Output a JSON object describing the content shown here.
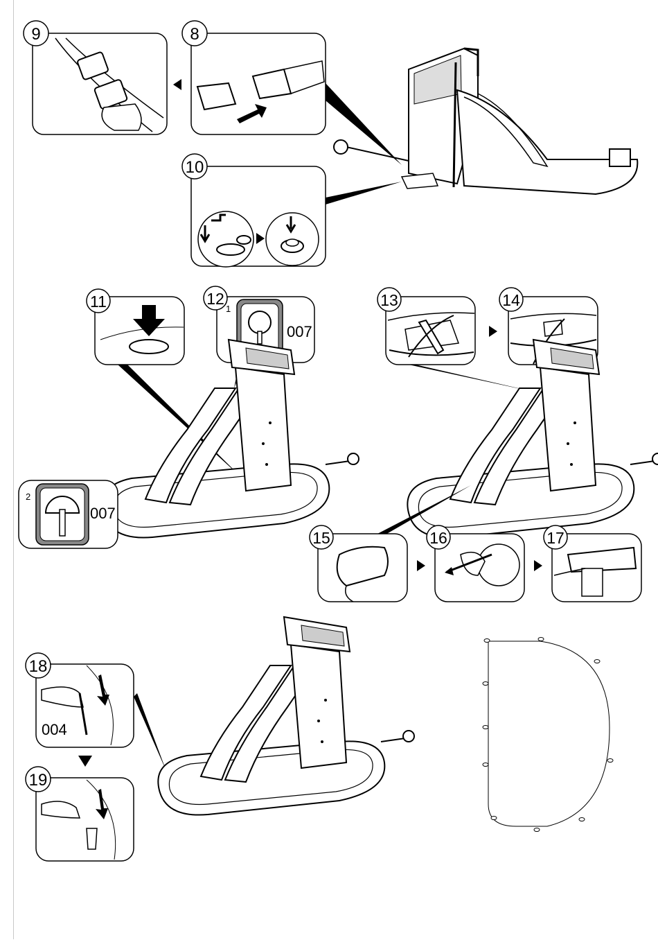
{
  "steps": {
    "s8": "8",
    "s9": "9",
    "s10": "10",
    "s11": "11",
    "s12": "12",
    "s13": "13",
    "s14": "14",
    "s15": "15",
    "s16": "16",
    "s17": "17",
    "s18": "18",
    "s19": "19"
  },
  "part_codes": {
    "stake_cap_a": "007",
    "stake_cap_b": "007",
    "stake": "004"
  },
  "sub_labels": {
    "one": "1",
    "two": "2"
  },
  "icons": [
    "arrow-right-icon",
    "arrow-down-icon",
    "faucet-icon",
    "buckle-icon",
    "hammer-icon",
    "stake-icon",
    "valve-icon",
    "blower-icon"
  ]
}
